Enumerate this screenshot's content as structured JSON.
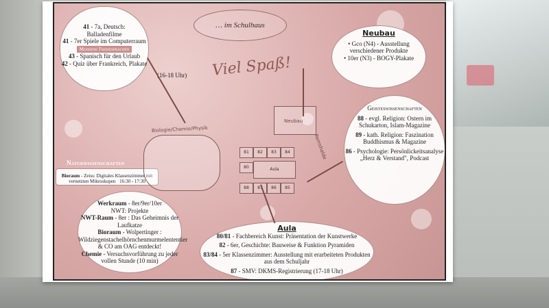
{
  "schoolhouse": {
    "header": "… im Schulhaus",
    "tagline": "Viel Spaß!",
    "top_left": {
      "lines": [
        {
          "code": "41",
          "text": " - 7a, Deutsch:"
        },
        {
          "code": "",
          "text": "Balladenfilme"
        },
        {
          "code": "41",
          "text": " - 7er Spiele im Computerraum"
        },
        {
          "code": "",
          "text": "Moderne Fremdsprachen",
          "highlight": true
        },
        {
          "code": "43",
          "text": " - Spanisch für den Urlaub"
        },
        {
          "code": "42",
          "text": " - Quiz über Frankreich, Plakate"
        }
      ],
      "time": "(16-18 Uhr)"
    },
    "neubau": {
      "title": "Neubau",
      "lines": [
        "• Gco (N4) - Ausstellung verschiedener Produkte",
        "• 10er (N3) - BOGY-Plakate"
      ]
    },
    "geisteswissenschaften": {
      "title": "Geisteswissenschaften",
      "lines": [
        {
          "code": "88",
          "text": " - evgl. Religion: Ostern im Schukarton, Islam-Magazine"
        },
        {
          "code": "89",
          "text": " - kath. Religion: Faszination Buddhismus & Magazine"
        },
        {
          "code": "86",
          "text": " - Psychologie: Persönlickeitsanalyse „Herz & Verstand\", Podcast"
        }
      ]
    },
    "naturwissenschaften": {
      "title": "Naturwissenschaften",
      "note_label": "Bioraum",
      "note_text": " - Zeiss: Digitales Klassenzimmer mit vernetzten Mikroskopen",
      "note_time": "16:30 - 17:30"
    },
    "bottom_left": {
      "lines": [
        {
          "code": "Werkraum",
          "text": " - 8er/9er/10er"
        },
        {
          "code": "",
          "text": "NWT: Projekte"
        },
        {
          "code": "NWT-Raum",
          "text": " - 8er : Das Geheimnis der Laufkatze"
        },
        {
          "code": "Bioraum",
          "text": " - Wolpertinger : Wildziegenstachelhörnchenmurmelententier & CO am OAG entdeckt!"
        },
        {
          "code": "Chemie",
          "text": " - Versuchsvorführung zu jeder vollen Stunde (10 min)"
        }
      ]
    },
    "aula": {
      "title": "Aula",
      "lines": [
        {
          "code": "80/81",
          "text": " - Fachbereich Kunst: Präsentation der Kunstwerke"
        },
        {
          "code": "82",
          "text": " - 6er, Geschichte: Bauweise & Funktion Pyramiden"
        },
        {
          "code": "83/84",
          "text": " - 5er Klassenzimmer: Ausstellung mit erarbeiteten Produkten aus dem Schuljahr"
        },
        {
          "code": "87",
          "text": " - SMV: DKMS-Registrierung (17-18 Uhr)"
        }
      ]
    },
    "map": {
      "wing_label": "Biologie/Chemie/Physik",
      "neubau_label": "Neubau",
      "aula_label": "Aula",
      "street_label": "Remshalde",
      "rooms_top": [
        "81",
        "82",
        "83",
        "84"
      ],
      "room_left": "80",
      "rooms_bottom": [
        "88",
        "87",
        "86",
        "85"
      ]
    }
  },
  "colors": {
    "poster_pink": "#d9a9a8",
    "ink_brown": "#7a4c45",
    "highlight_pink": "#c98f8d"
  }
}
